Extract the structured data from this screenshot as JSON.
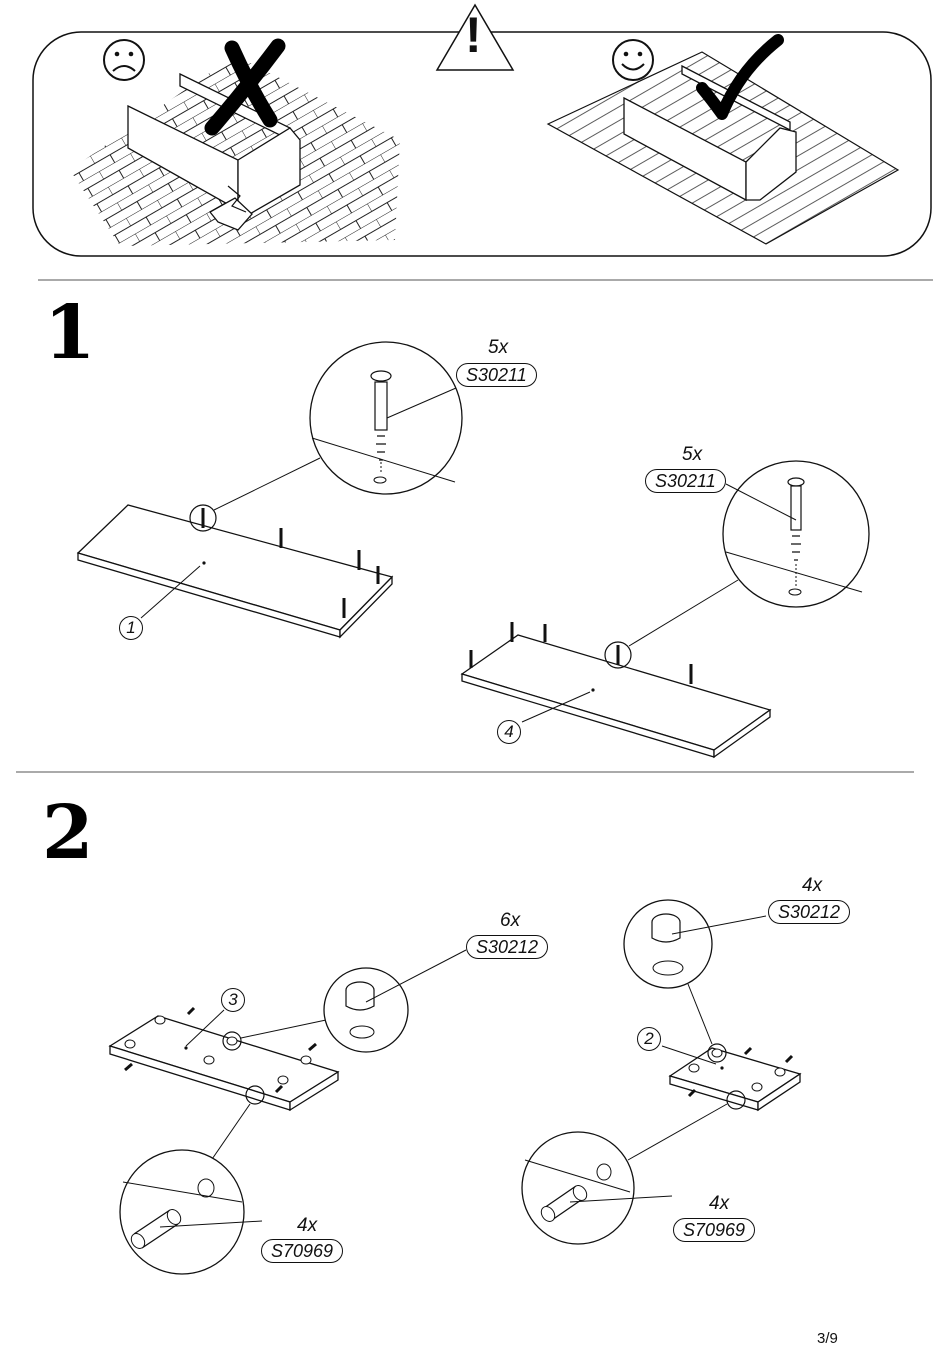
{
  "warning_panel": {
    "alert_symbol": "!",
    "wrong_label": "☹",
    "right_label": "☺"
  },
  "steps": [
    {
      "number": "1",
      "parts": [
        {
          "callout": "1",
          "hardware_qty": "5x",
          "hardware_code": "S30211"
        },
        {
          "callout": "4",
          "hardware_qty": "5x",
          "hardware_code": "S30211"
        }
      ]
    },
    {
      "number": "2",
      "parts": [
        {
          "callout": "3",
          "cam_qty": "6x",
          "cam_code": "S30212",
          "dowel_qty": "4x",
          "dowel_code": "S70969"
        },
        {
          "callout": "2",
          "cam_qty": "4x",
          "cam_code": "S30212",
          "dowel_qty": "4x",
          "dowel_code": "S70969"
        }
      ]
    }
  ],
  "page_number": "3/9",
  "colors": {
    "line": "#111111",
    "background": "#ffffff"
  }
}
